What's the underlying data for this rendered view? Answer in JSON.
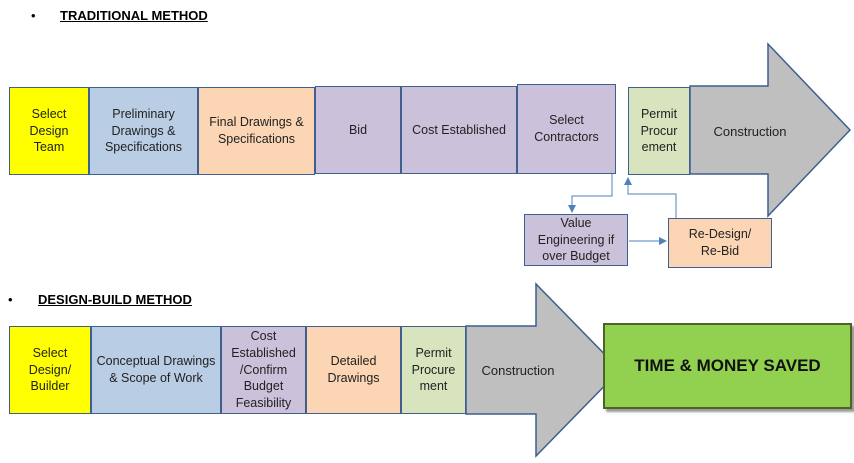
{
  "traditional": {
    "bullet": "•",
    "heading": "TRADITIONAL METHOD",
    "steps": [
      {
        "label": "Select Design Team",
        "color": "#ffff00"
      },
      {
        "label": "Preliminary Drawings & Specifications",
        "color": "#b9cde5"
      },
      {
        "label": "Final Drawings & Specifications",
        "color": "#fcd5b5"
      },
      {
        "label": "Bid",
        "color": "#ccc1da"
      },
      {
        "label": "Cost Established",
        "color": "#ccc1da"
      },
      {
        "label": "Select Contractors",
        "color": "#ccc1da"
      },
      {
        "label": "Permit Procur ement",
        "color": "#d7e4bd"
      }
    ],
    "arrow_label": "Construction",
    "loop": {
      "value_engineering": "Value Engineering if over Budget",
      "redesign": "Re-Design/ Re-Bid"
    }
  },
  "design_build": {
    "bullet": "•",
    "heading": "DESIGN-BUILD METHOD",
    "steps": [
      {
        "label": "Select Design/ Builder",
        "color": "#ffff00"
      },
      {
        "label": "Conceptual Drawings & Scope of Work",
        "color": "#b9cde5"
      },
      {
        "label": "Cost Established /Confirm Budget Feasibility",
        "color": "#ccc1da"
      },
      {
        "label": "Detailed Drawings",
        "color": "#fcd5b5"
      },
      {
        "label": "Permit Procure ment",
        "color": "#d7e4bd"
      }
    ],
    "arrow_label": "Construction",
    "result": "TIME & MONEY SAVED"
  },
  "colors": {
    "arrow_fill": "#bfbfbf",
    "outline": "#3f5f8f",
    "result_fill": "#92d050",
    "value_eng_fill": "#ccc1da",
    "redesign_fill": "#fcd5b5",
    "connector": "#4f81bd"
  }
}
